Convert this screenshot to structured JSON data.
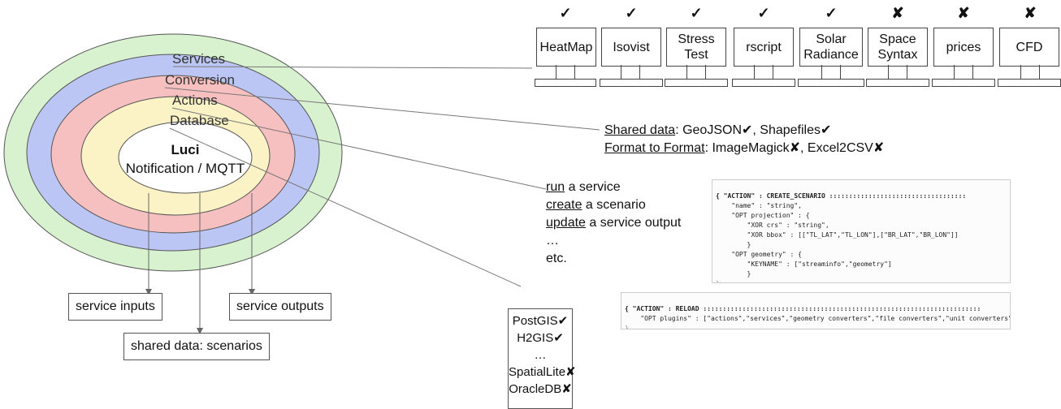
{
  "layers": {
    "services": "Services",
    "conversion": "Conversion",
    "actions": "Actions",
    "database": "Database"
  },
  "core": {
    "title": "Luci",
    "subtitle": "Notification / MQTT"
  },
  "io_boxes": {
    "inputs": "service inputs",
    "outputs": "service outputs",
    "shared": "shared data: scenarios"
  },
  "services": [
    {
      "label": "HeatMap",
      "status": "✓"
    },
    {
      "label": "Isovist",
      "status": "✓"
    },
    {
      "label": "Stress Test",
      "status": "✓"
    },
    {
      "label": "rscript",
      "status": "✓"
    },
    {
      "label": "Solar Radiance",
      "status": "✓"
    },
    {
      "label": "Space Syntax",
      "status": "✘"
    },
    {
      "label": "prices",
      "status": "✘"
    },
    {
      "label": "CFD",
      "status": "✘"
    }
  ],
  "conversion": {
    "line1_label": "Shared data",
    "line1_text": ": GeoJSON✔, Shapefiles✔",
    "line2_label": "Format to Format",
    "line2_text": ": ImageMagick✘, Excel2CSV✘"
  },
  "actions": [
    {
      "verb": "run",
      "rest": " a service"
    },
    {
      "verb": "create",
      "rest": " a scenario"
    },
    {
      "verb": "update",
      "rest": " a service output"
    },
    {
      "verb": "",
      "rest": "…"
    },
    {
      "verb": "",
      "rest": "etc."
    }
  ],
  "code_create": {
    "lines": [
      "{ \"ACTION\" : CREATE_SCENARIO :::::::::::::::::::::::::::::::::::",
      "    \"name\" : \"string\",",
      "    \"OPT projection\" : {",
      "        \"XOR crs\" : \"string\",",
      "        \"XOR bbox\" : [[\"TL_LAT\",\"TL_LON\"],[\"BR_LAT\",\"BR_LON\"]]",
      "        }",
      "    \"OPT geometry\" : {",
      "        \"KEYNAME\" : [\"streaminfo\",\"geometry\"]",
      "        }",
      "} ..............................................................."
    ]
  },
  "code_reload": {
    "lines": [
      "{ \"ACTION\" : RELOAD :::::::::::::::::::::::::::::::::::::::::::::::::::::::::::::::::::::::",
      "    \"OPT plugins\" : [\"actions\",\"services\",\"geometry converters\",\"file converters\",\"unit converters\"]",
      "} ....................................................................................."
    ]
  },
  "databases": [
    {
      "label": "PostGIS✔"
    },
    {
      "label": "H2GIS✔"
    },
    {
      "label": "…"
    },
    {
      "label": "SpatialLite✘"
    },
    {
      "label": "OracleDB✘"
    }
  ],
  "colors": {
    "ring_services": "#d8f2d0",
    "ring_conversion": "#bcc6f4",
    "ring_actions": "#f7c0c0",
    "ring_database": "#fbf3c6",
    "core": "#ffffff",
    "outline": "#555555"
  }
}
